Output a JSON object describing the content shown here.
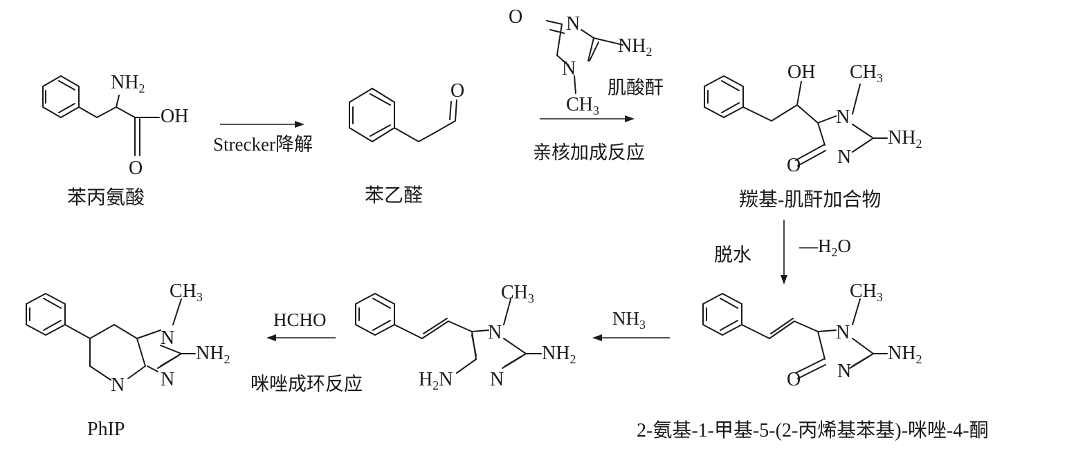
{
  "compounds": {
    "phenylalanine": "苯丙氨酸",
    "phenylacetaldehyde": "苯乙醛",
    "carbonyl_creatinine_adduct": "羰基-肌酐加合物",
    "imidazolone": "2-氨基-1-甲基-5-(2-丙烯基苯基)-咪唑-4-酮",
    "phip": "PhIP"
  },
  "reagents": {
    "creatinine": "肌酸酐"
  },
  "conditions": {
    "strecker": "Strecker降解",
    "nucleophilic_addition": "亲核加成反应",
    "dehydration": "脱水",
    "minus_water_prefix": "—H",
    "minus_water_suffix": "O",
    "ammonia": "NH",
    "formaldehyde": "HCHO",
    "cyclization": "咪唑成环反应"
  },
  "atoms": {
    "nh2": "NH",
    "sub_2": "2",
    "sub_3": "3",
    "ch3": "CH",
    "h2n_h": "H",
    "h2n_n": "N",
    "oh": "OH",
    "o": "O",
    "n": "N"
  }
}
